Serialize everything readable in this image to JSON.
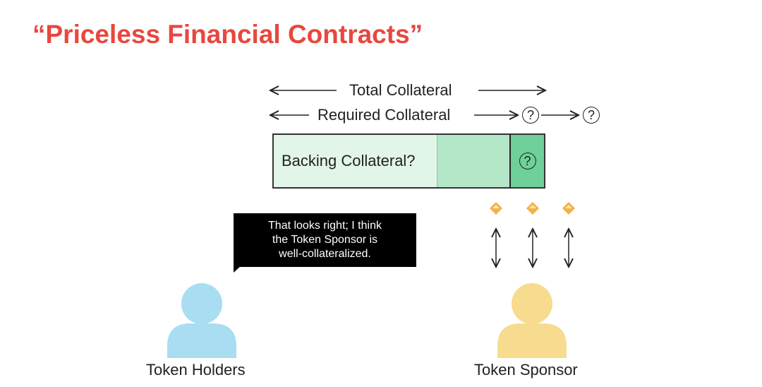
{
  "title": "“Priceless Financial Contracts”",
  "diagram": {
    "total_collateral": "Total Collateral",
    "required_collateral": "Required Collateral",
    "question_mark": "?",
    "backing_collateral": "Backing Collateral?",
    "speech": [
      "That looks right; I think",
      "the Token Sponsor is",
      "well-collateralized."
    ],
    "token_holders": "Token Holders",
    "token_sponsor": "Token Sponsor",
    "colors": {
      "title": "#e8473f",
      "bar_light": "#e1f5e8",
      "bar_mid": "#b4e7c8",
      "bar_dark": "#6fd09a",
      "holder": "#a8ddf2",
      "sponsor": "#f7dc90",
      "token": "#f2b24b"
    }
  }
}
